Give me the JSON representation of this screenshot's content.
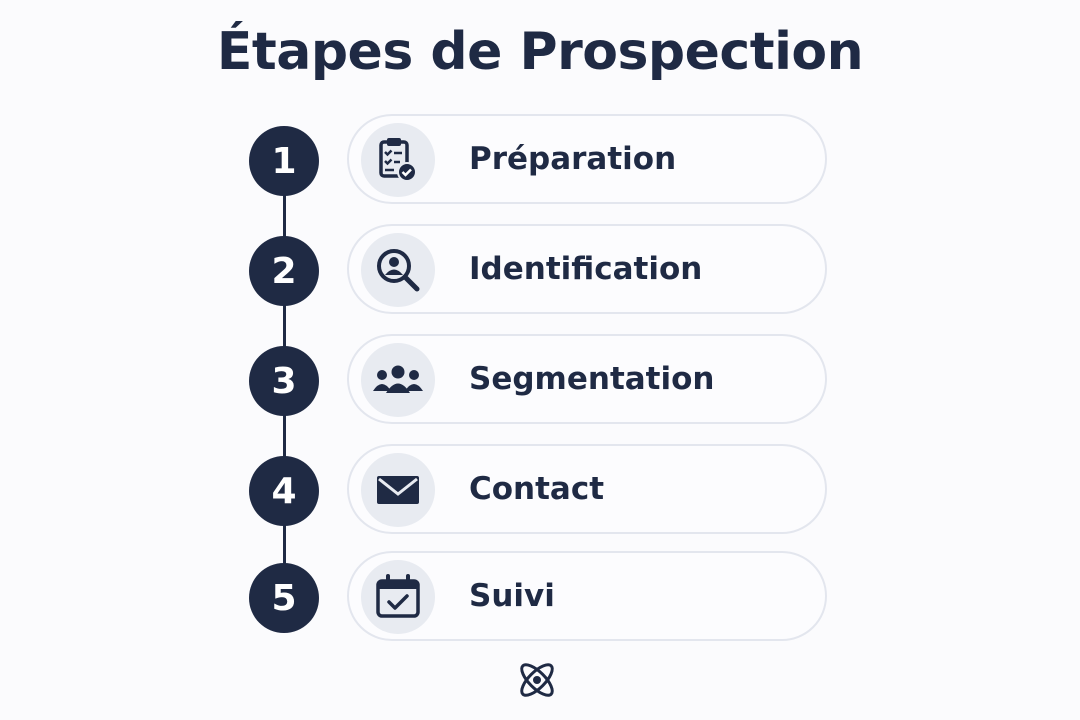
{
  "title": "Étapes de Prospection",
  "steps": [
    {
      "number": "1",
      "label": "Préparation",
      "icon": "clipboard-check-icon"
    },
    {
      "number": "2",
      "label": "Identification",
      "icon": "user-search-icon"
    },
    {
      "number": "3",
      "label": "Segmentation",
      "icon": "group-icon"
    },
    {
      "number": "4",
      "label": "Contact",
      "icon": "envelope-icon"
    },
    {
      "number": "5",
      "label": "Suivi",
      "icon": "calendar-check-icon"
    }
  ],
  "colors": {
    "primary": "#1f2a44",
    "card_border": "#e3e6ee",
    "icon_bg": "#e8ebf1",
    "background": "#fbfbfd"
  },
  "footer_logo": "atom-logo-icon"
}
